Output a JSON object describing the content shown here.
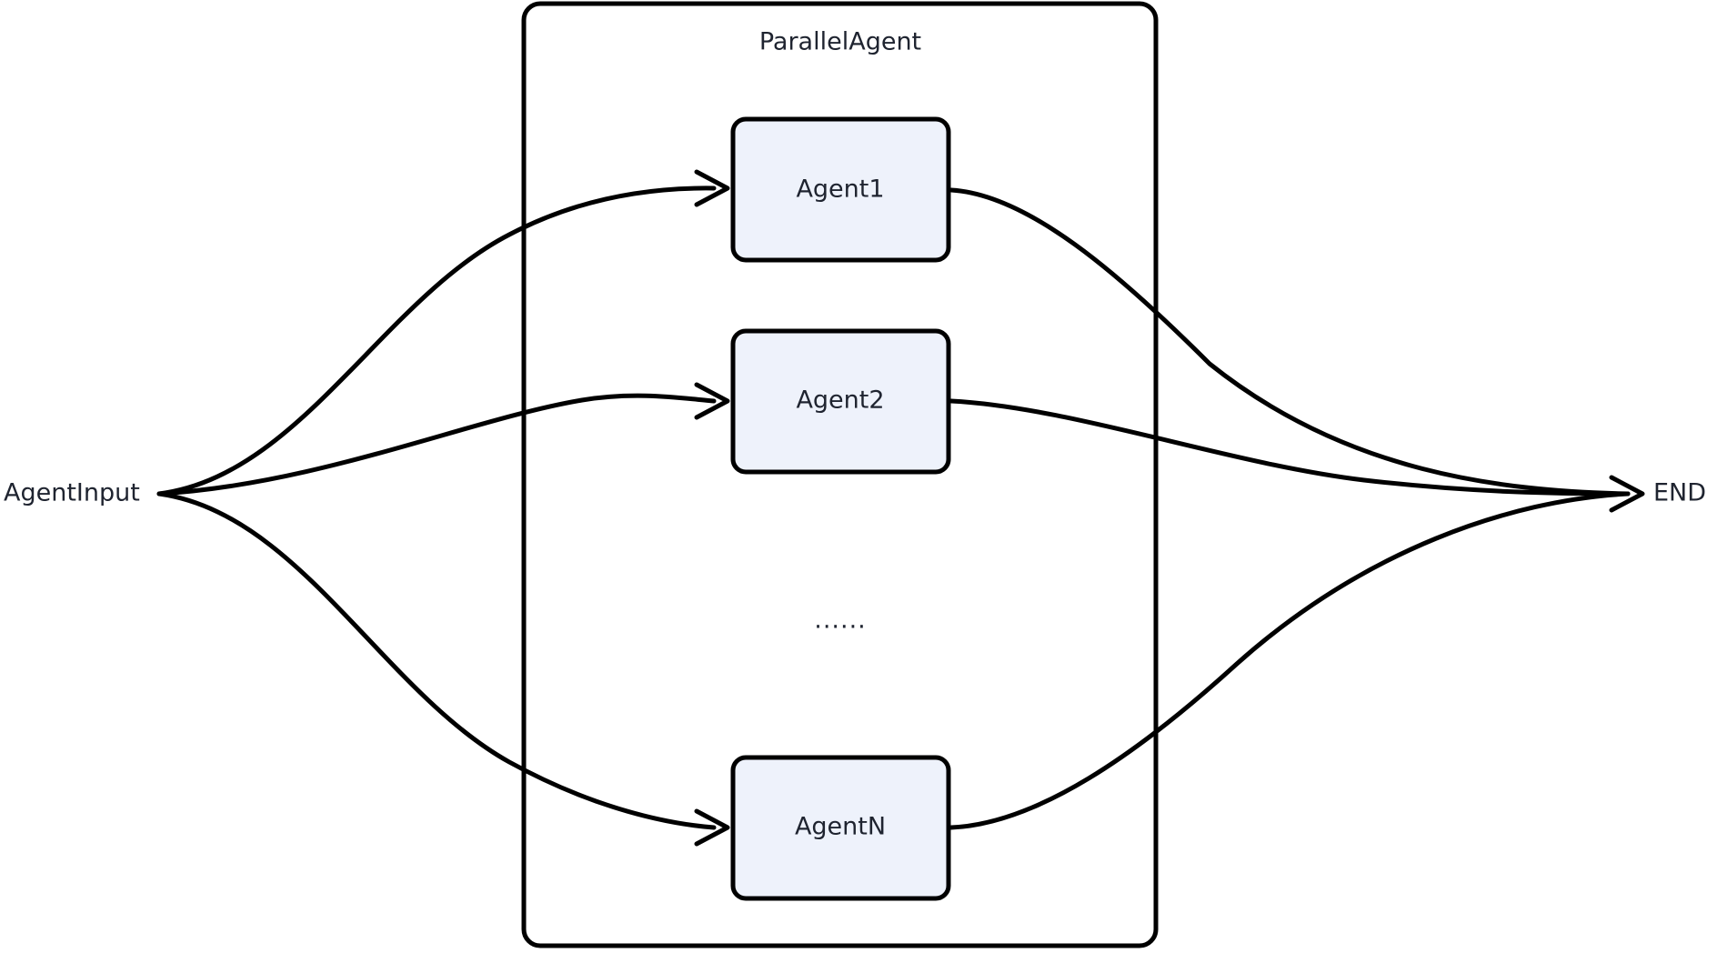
{
  "diagram": {
    "type": "flow-diagram",
    "background_color": "#ffffff",
    "group": {
      "title": "ParallelAgent",
      "fill": "#ffffff",
      "stroke": "#000000"
    },
    "endpoints": {
      "input_label": "AgentInput",
      "output_label": "END"
    },
    "ellipsis": "......",
    "agents": [
      {
        "label": "Agent1"
      },
      {
        "label": "Agent2"
      },
      {
        "label": "AgentN"
      }
    ],
    "colors": {
      "agent_fill": "#eef2fb",
      "stroke": "#000000",
      "text": "#1f2430"
    }
  }
}
